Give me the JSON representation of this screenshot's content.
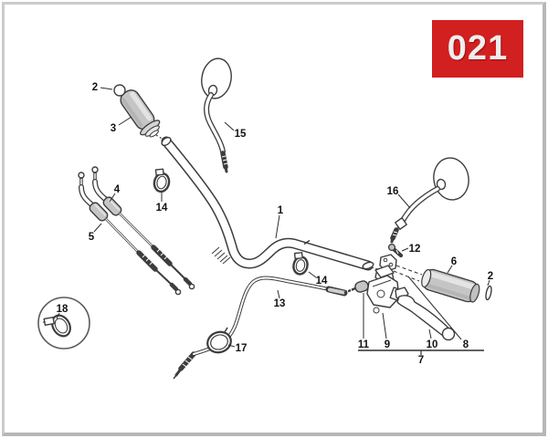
{
  "badge": {
    "text": "021",
    "bg_color": "#d21f1f",
    "text_color": "#eeeeee"
  },
  "diagram": {
    "type": "exploded-parts-diagram",
    "subject": "motorcycle handlebar assembly: handlebar, grips, mirrors, control cables, clamps, brake lever and master cylinder",
    "line_color": "#3d3d3d",
    "part_fill_gray": "#c5c5c5",
    "labels": [
      {
        "num": "1",
        "part": "handlebar"
      },
      {
        "num": "2",
        "part": "grip-end-ring-left"
      },
      {
        "num": "3",
        "part": "left-grip"
      },
      {
        "num": "4",
        "part": "control-cable-upper"
      },
      {
        "num": "5",
        "part": "control-cable-lower"
      },
      {
        "num": "6",
        "part": "throttle-grip"
      },
      {
        "num": "7",
        "part": "brake-lever-assembly-group"
      },
      {
        "num": "8",
        "part": "throttle-sleeve"
      },
      {
        "num": "9",
        "part": "brake-master-cylinder"
      },
      {
        "num": "10",
        "part": "brake-lever"
      },
      {
        "num": "11",
        "part": "cable-end-fitting"
      },
      {
        "num": "12",
        "part": "screw"
      },
      {
        "num": "13",
        "part": "throttle-cable"
      },
      {
        "num": "14",
        "part": "clamp-left"
      },
      {
        "num": "14",
        "part": "clamp-center"
      },
      {
        "num": "15",
        "part": "left-mirror"
      },
      {
        "num": "16",
        "part": "right-mirror"
      },
      {
        "num": "17",
        "part": "cable-grommet"
      },
      {
        "num": "18",
        "part": "hose-clamp-detail"
      },
      {
        "num": "2",
        "part": "grip-end-ring-right"
      }
    ]
  }
}
